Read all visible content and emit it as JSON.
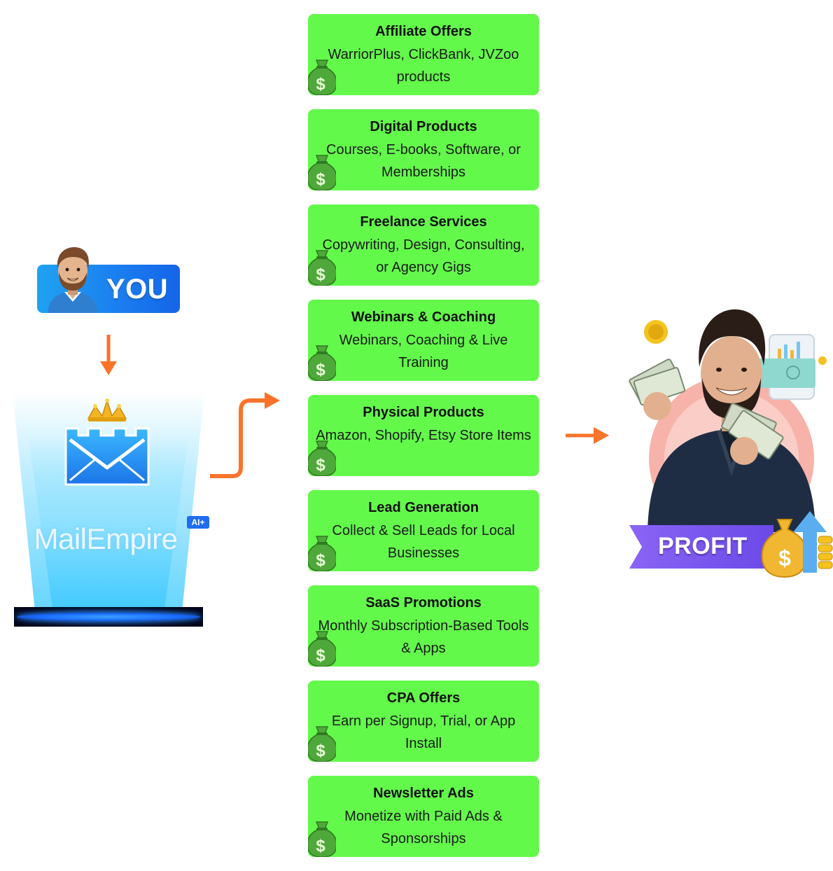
{
  "you": {
    "label": "YOU"
  },
  "brand": {
    "name": "MailEmpire",
    "ai_badge": "AI+"
  },
  "options": [
    {
      "title": "Affiliate Offers",
      "desc": "WarriorPlus, ClickBank, JVZoo products"
    },
    {
      "title": "Digital Products",
      "desc": "Courses, E-books, Software, or Memberships"
    },
    {
      "title": "Freelance Services",
      "desc": "Copywriting, Design, Consulting, or Agency Gigs"
    },
    {
      "title": "Webinars & Coaching",
      "desc": "Webinars, Coaching & Live Training"
    },
    {
      "title": "Physical Products",
      "desc": "Amazon, Shopify, Etsy Store Items"
    },
    {
      "title": "Lead Generation",
      "desc": "Collect & Sell Leads for Local Businesses"
    },
    {
      "title": "SaaS Promotions",
      "desc": "Monthly Subscription-Based Tools & Apps"
    },
    {
      "title": "CPA Offers",
      "desc": "Earn per Signup, Trial, or App Install"
    },
    {
      "title": "Newsletter Ads",
      "desc": "Monetize with Paid Ads & Sponsorships"
    }
  ],
  "profit": {
    "label": "PROFIT"
  },
  "colors": {
    "option_bg": "#63f94b",
    "arrow": "#f7742a",
    "you_badge": "#1b7ff0",
    "profit_banner": "#7b5cf0"
  },
  "icons": [
    "person-avatar-icon",
    "crown-icon",
    "envelope-icon",
    "money-bag-icon",
    "arrow-down-icon",
    "arrow-right-icon",
    "step-arrow-icon",
    "coin-icon",
    "cash-icon"
  ]
}
